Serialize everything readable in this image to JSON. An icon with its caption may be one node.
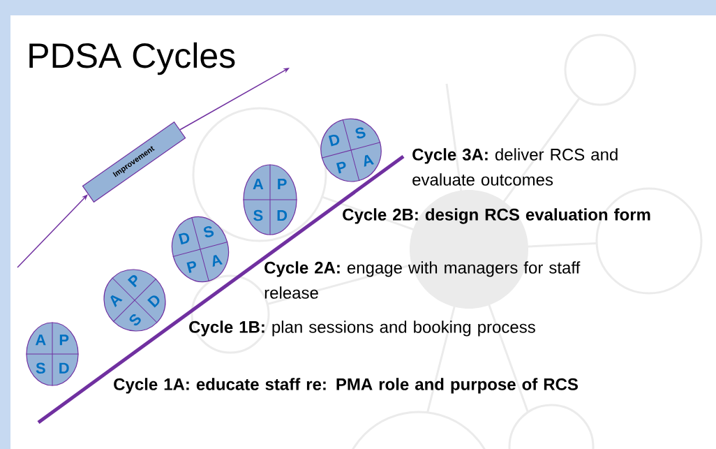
{
  "diagram": {
    "title": "PDSA Cycles",
    "nodes": [
      {
        "text": [
          "A",
          "P",
          "S",
          "D"
        ]
      },
      {
        "text": [
          "A",
          "P",
          "S",
          "D"
        ]
      },
      {
        "text": [
          "D",
          "S",
          "P",
          "A"
        ]
      },
      {
        "text": [
          "A",
          "P",
          "S",
          "D"
        ]
      },
      {
        "text": [
          "D",
          "S",
          "P",
          "A"
        ]
      },
      {
        "text": [
          "Improvement"
        ]
      }
    ],
    "edges": [
      {
        "from": null,
        "to": 5,
        "arrow": "to"
      },
      {
        "from": 5,
        "to": null,
        "arrow": "to"
      }
    ],
    "labels": [
      "**Cycle 3A:** deliver RCS and evaluate outcomes",
      "Cycle 2B: design RCS evaluation form",
      "**Cycle 2A:** engage with managers for staff release",
      "**Cycle 1B:** plan sessions and booking process",
      "Cycle 1A: educate staff re: PMA role and purpose of RCS"
    ]
  }
}
